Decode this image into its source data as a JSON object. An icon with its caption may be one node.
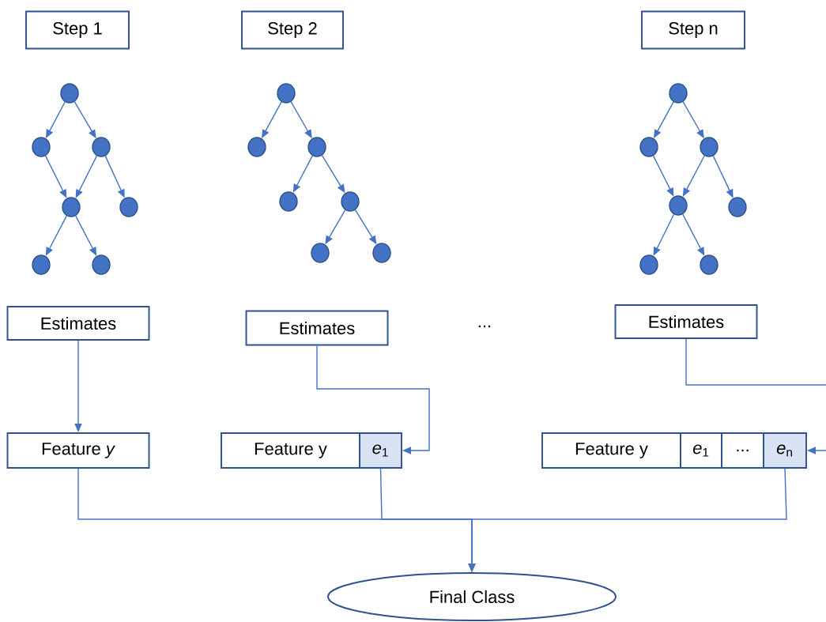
{
  "diagram": {
    "nodes": [
      {
        "text": [
          "Step 1"
        ]
      },
      {
        "text": [
          "Step 2"
        ]
      },
      {
        "text": [
          "Step n"
        ]
      },
      {
        "text": [],
        "shape": "circle"
      },
      {
        "text": [],
        "shape": "circle"
      },
      {
        "text": [],
        "shape": "circle"
      },
      {
        "text": [],
        "shape": "circle"
      },
      {
        "text": [],
        "shape": "circle"
      },
      {
        "text": [],
        "shape": "circle"
      },
      {
        "text": [],
        "shape": "circle"
      },
      {
        "text": [],
        "shape": "circle"
      },
      {
        "text": [],
        "shape": "circle"
      },
      {
        "text": [],
        "shape": "circle"
      },
      {
        "text": [],
        "shape": "circle"
      },
      {
        "text": [],
        "shape": "circle"
      },
      {
        "text": [],
        "shape": "circle"
      },
      {
        "text": [],
        "shape": "circle"
      },
      {
        "text": [],
        "shape": "circle"
      },
      {
        "text": [],
        "shape": "circle"
      },
      {
        "text": [],
        "shape": "circle"
      },
      {
        "text": [],
        "shape": "circle"
      },
      {
        "text": [],
        "shape": "circle"
      },
      {
        "text": [],
        "shape": "circle"
      },
      {
        "text": [],
        "shape": "circle"
      },
      {
        "text": [
          "Estimates"
        ]
      },
      {
        "text": [
          "Estimates"
        ]
      },
      {
        "text": [
          "Estimates"
        ]
      },
      {
        "text": [
          "Feature *y*"
        ]
      },
      {
        "text": [
          "Feature y"
        ]
      },
      {
        "text": [
          "*e*$_{1}$"
        ]
      },
      {
        "text": [
          "Feature y"
        ]
      },
      {
        "text": [
          "*e*$_{1}$"
        ]
      },
      {
        "text": [
          "..."
        ]
      },
      {
        "text": [
          "*e*$_{n}$"
        ]
      },
      {
        "text": [
          "Final Class"
        ]
      }
    ],
    "edges": [
      {
        "from": 3,
        "to": 4,
        "arrow": "to"
      },
      {
        "from": 3,
        "to": 5,
        "arrow": "to"
      },
      {
        "from": 4,
        "to": 6,
        "arrow": "to"
      },
      {
        "from": 5,
        "to": 6,
        "arrow": "to"
      },
      {
        "from": 5,
        "to": 7,
        "arrow": "to"
      },
      {
        "from": 6,
        "to": 8,
        "arrow": "to"
      },
      {
        "from": 6,
        "to": 9,
        "arrow": "to"
      },
      {
        "from": 10,
        "to": 11,
        "arrow": "to"
      },
      {
        "from": 10,
        "to": 12,
        "arrow": "to"
      },
      {
        "from": 12,
        "to": 13,
        "arrow": "to"
      },
      {
        "from": 12,
        "to": 14,
        "arrow": "to"
      },
      {
        "from": 14,
        "to": 15,
        "arrow": "to"
      },
      {
        "from": 14,
        "to": 16,
        "arrow": "to"
      },
      {
        "from": 17,
        "to": 18,
        "arrow": "to"
      },
      {
        "from": 17,
        "to": 19,
        "arrow": "to"
      },
      {
        "from": 18,
        "to": 20,
        "arrow": "to"
      },
      {
        "from": 19,
        "to": 20,
        "arrow": "to"
      },
      {
        "from": 19,
        "to": 21,
        "arrow": "to"
      },
      {
        "from": 20,
        "to": 22,
        "arrow": "to"
      },
      {
        "from": 20,
        "to": 23,
        "arrow": "to"
      },
      {
        "from": 24,
        "to": 27,
        "arrow": "to"
      },
      {
        "from": 25,
        "to": 29,
        "arrow": "to"
      },
      {
        "from": 26,
        "to": null,
        "arrow": "none"
      },
      {
        "from": null,
        "to": 33,
        "arrow": "to"
      },
      {
        "from": 27,
        "to": 34,
        "arrow": "to"
      },
      {
        "from": 29,
        "to": 34,
        "arrow": "to"
      },
      {
        "from": 33,
        "to": 34,
        "arrow": "to"
      }
    ],
    "labels": [
      "..."
    ]
  }
}
